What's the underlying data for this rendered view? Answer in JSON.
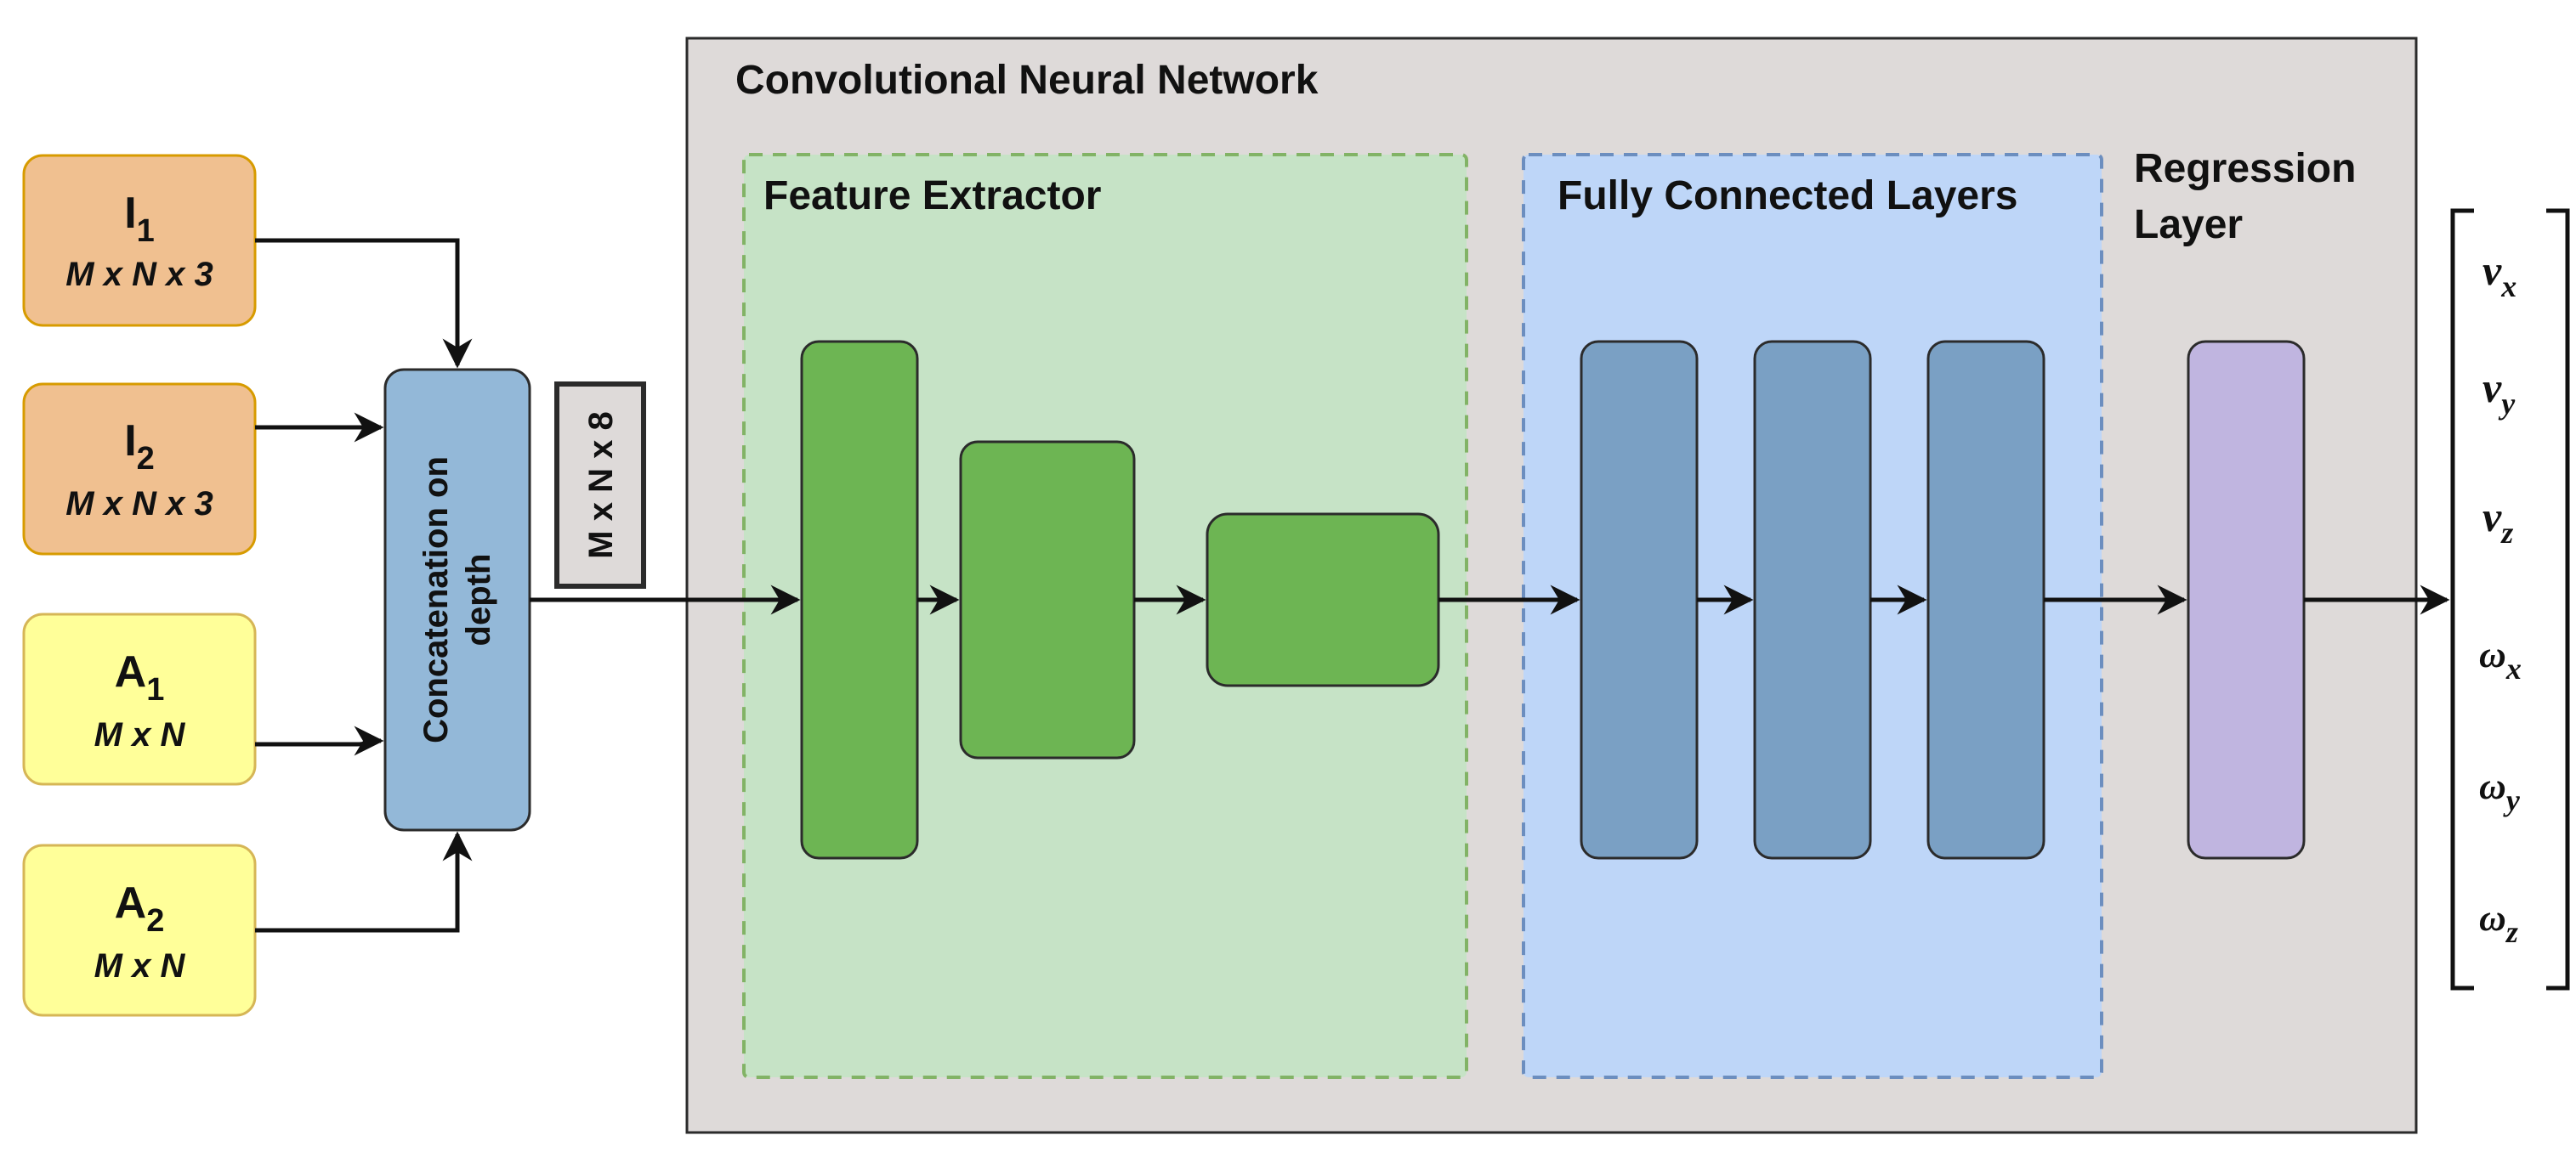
{
  "cnn": {
    "title": "Convolutional Neural Network"
  },
  "feature_extractor": {
    "title": "Feature Extractor"
  },
  "fully_connected": {
    "title": "Fully Connected Layers"
  },
  "regression": {
    "title_line1": "Regression",
    "title_line2": "Layer"
  },
  "inputs": [
    {
      "name": "I",
      "sub": "1",
      "dims": "M x N x 3"
    },
    {
      "name": "I",
      "sub": "2",
      "dims": "M x N x 3"
    },
    {
      "name": "A",
      "sub": "1",
      "dims": "M x N"
    },
    {
      "name": "A",
      "sub": "2",
      "dims": "M x N"
    }
  ],
  "concat": {
    "line1": "Concatenation on",
    "line2": "depth"
  },
  "tensor_size": "M x N x 8",
  "outputs": [
    {
      "sym": "v",
      "sub": "x"
    },
    {
      "sym": "v",
      "sub": "y"
    },
    {
      "sym": "v",
      "sub": "z"
    },
    {
      "sym": "ω",
      "sub": "x"
    },
    {
      "sym": "ω",
      "sub": "y"
    },
    {
      "sym": "ω",
      "sub": "z"
    }
  ],
  "colors": {
    "input_orange_fill": "#f0c090",
    "input_orange_stroke": "#d79b00",
    "input_yellow_fill": "#ffff99",
    "input_yellow_stroke": "#d6b656",
    "concat_fill": "#93b8d8",
    "cnn_fill": "#dedad9",
    "feature_fill": "#c6e3c6",
    "feature_stroke": "#82b366",
    "conv_fill": "#6db553",
    "fc_fill": "#bed6f8",
    "fc_stroke": "#6c8ebf",
    "fc_layer_fill": "#7aa0c4",
    "regression_fill": "#c0b5e0"
  }
}
